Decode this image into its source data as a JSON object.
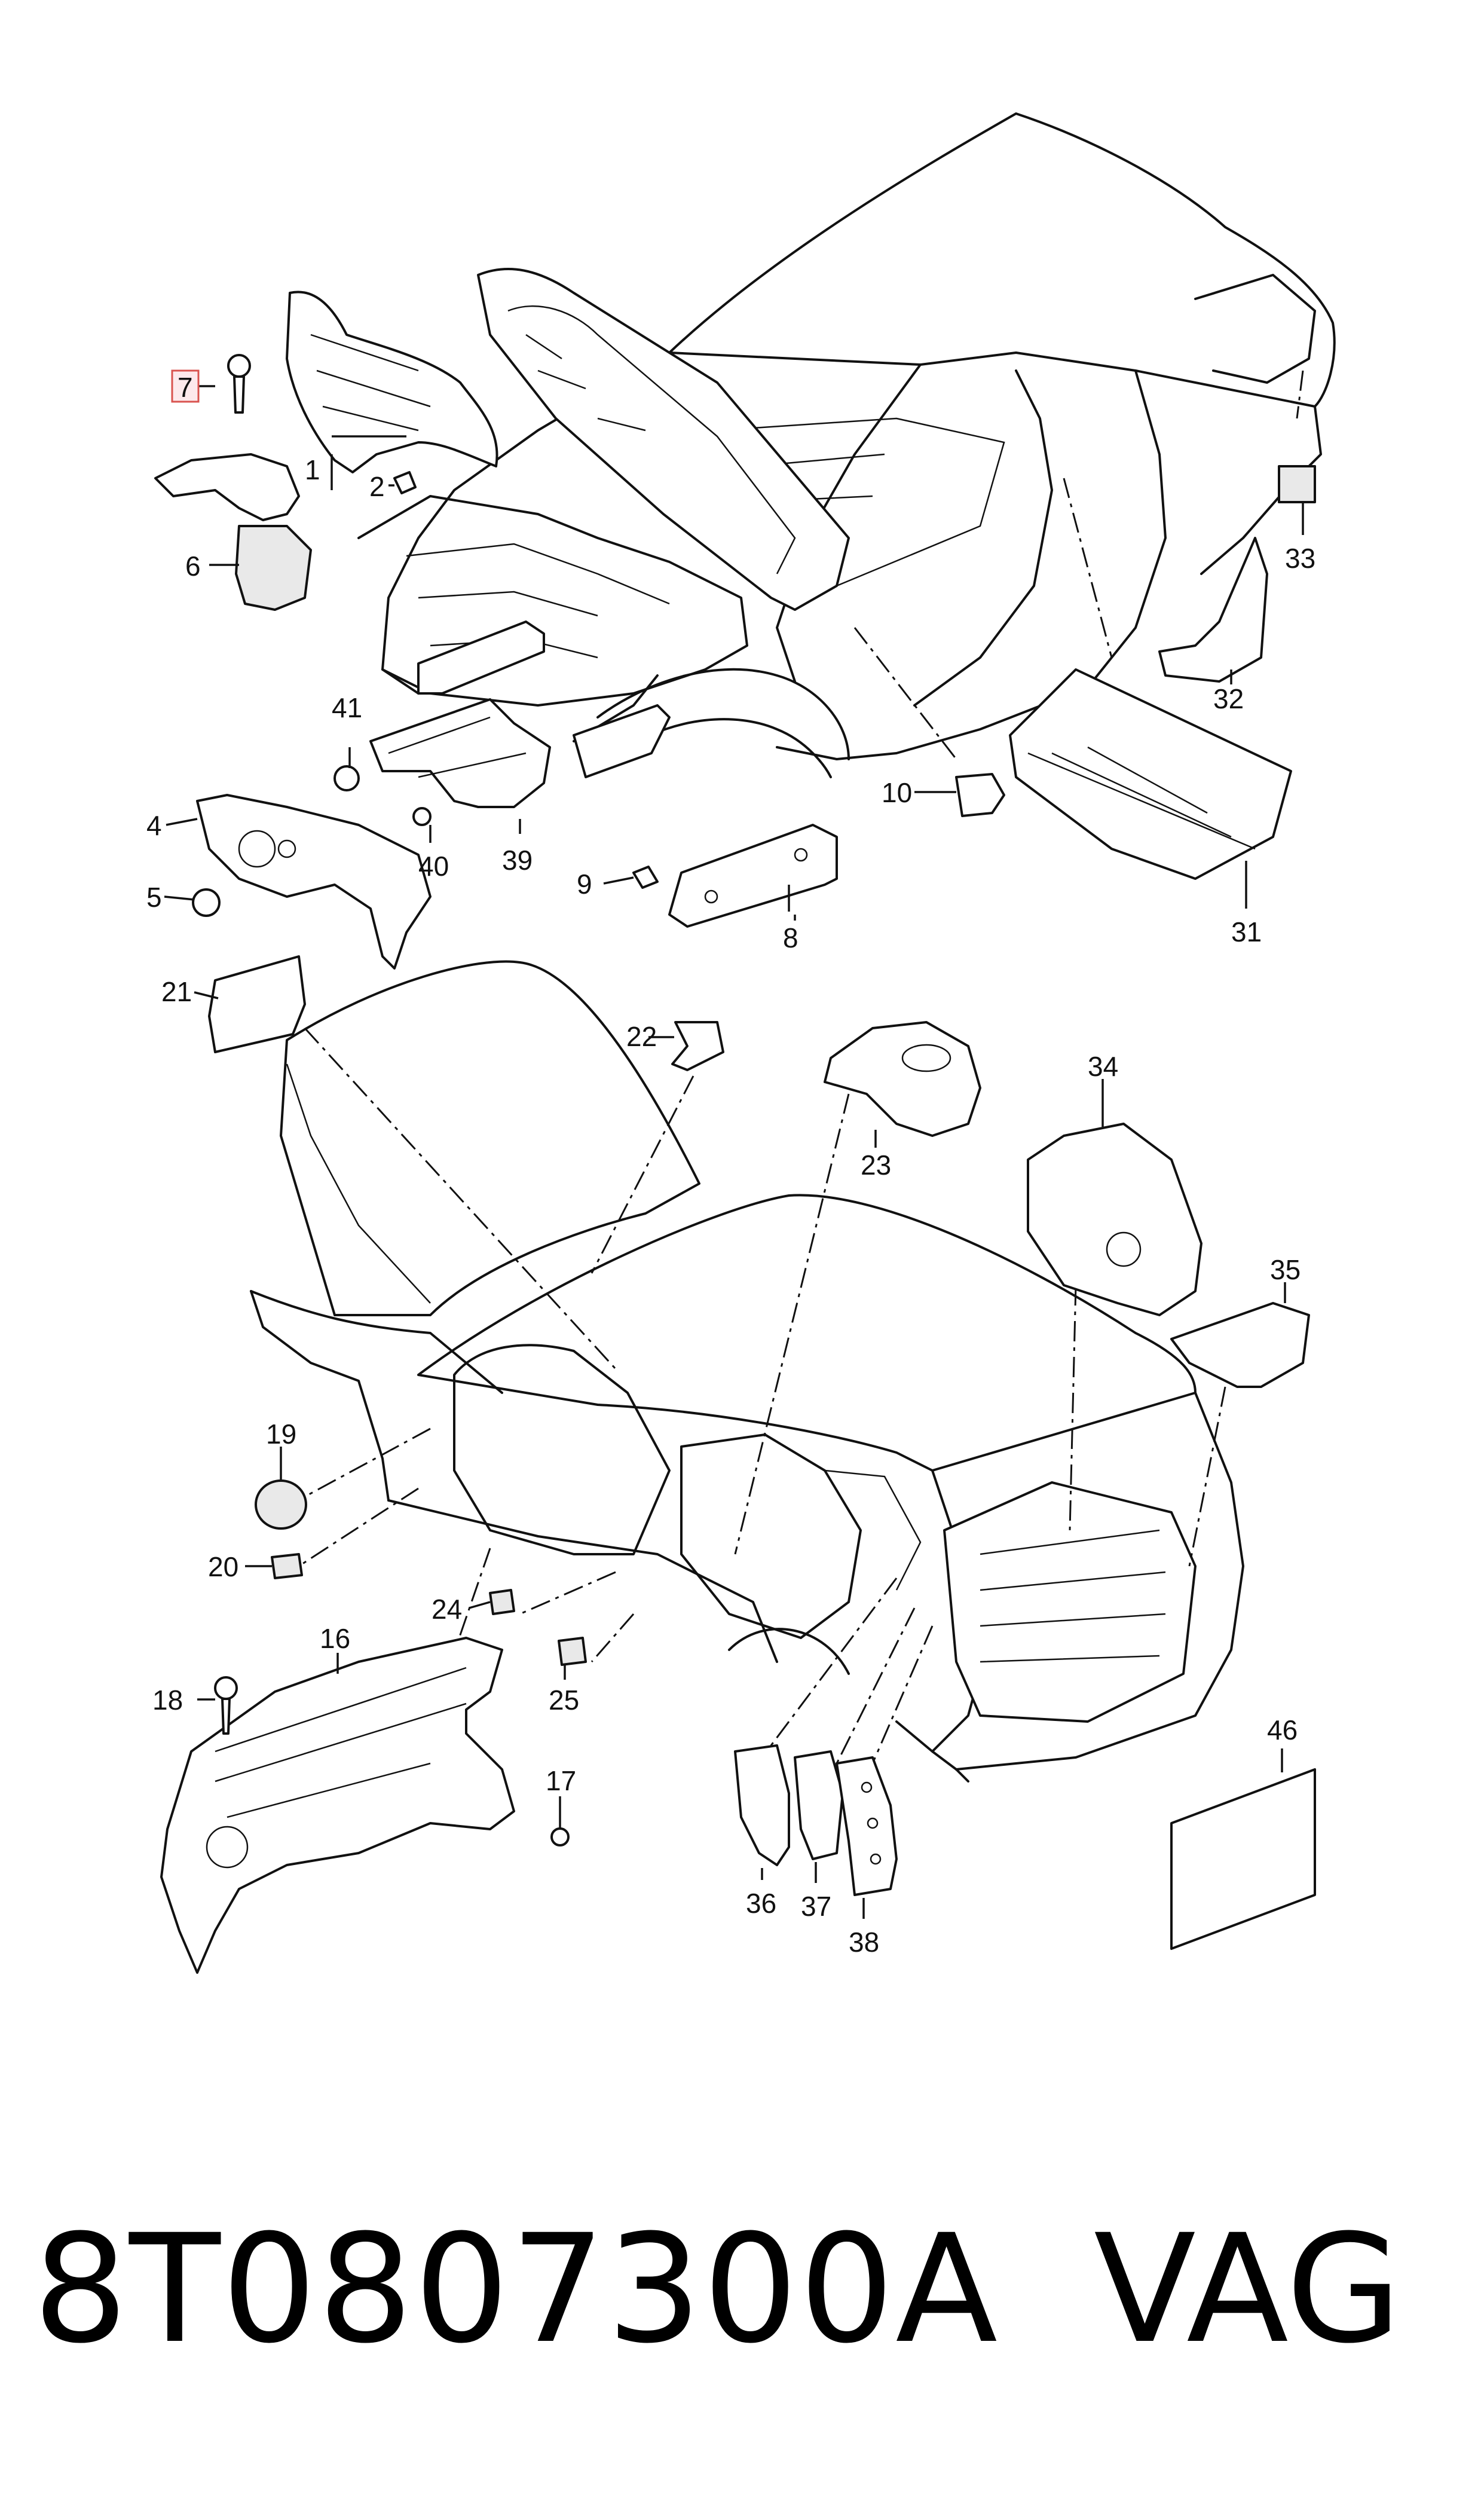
{
  "diagram": {
    "callouts": {
      "c1": "1",
      "c2": "2",
      "c4": "4",
      "c5": "5",
      "c6": "6",
      "c7": "7",
      "c8": "8",
      "c9": "9",
      "c10": "10",
      "c16": "16",
      "c17": "17",
      "c18": "18",
      "c19": "19",
      "c20": "20",
      "c21": "21",
      "c22": "22",
      "c23": "23",
      "c24": "24",
      "c25": "25",
      "c31": "31",
      "c32": "32",
      "c33": "33",
      "c34": "34",
      "c35": "35",
      "c36": "36",
      "c37": "37",
      "c38": "38",
      "c39": "39",
      "c40": "40",
      "c41": "41",
      "c46": "46"
    },
    "highlighted_callout": "7",
    "colors": {
      "line": "#111111",
      "highlight_border": "#d9534f",
      "highlight_fill": "#fde9ec"
    }
  },
  "footer": {
    "part_number": "8T0807300A",
    "brand": "VAG"
  }
}
